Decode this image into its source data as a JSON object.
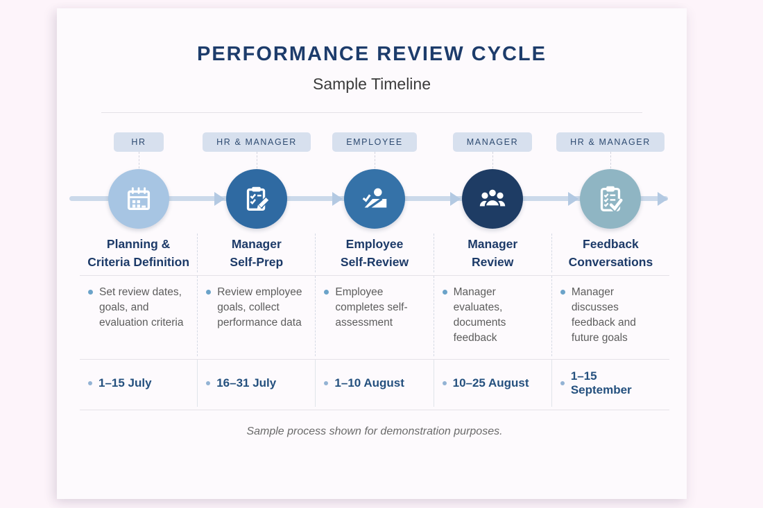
{
  "header": {
    "title": "PERFORMANCE REVIEW CYCLE",
    "subtitle": "Sample Timeline"
  },
  "stages": [
    {
      "role": "HR",
      "icon": "calendar-icon",
      "color": "#a7c5e3",
      "title_line1": "Planning &",
      "title_line2": "Criteria Definition",
      "description": "Set review dates, goals, and evaluation criteria",
      "date": "1–15 July"
    },
    {
      "role": "HR & MANAGER",
      "icon": "clipboard-pencil-icon",
      "color": "#2f6aa2",
      "title_line1": "Manager",
      "title_line2": "Self-Prep",
      "description": "Review employee goals, collect performance data",
      "date": "16–31 July"
    },
    {
      "role": "EMPLOYEE",
      "icon": "person-self-review-icon",
      "color": "#3572a8",
      "title_line1": "Employee",
      "title_line2": "Self-Review",
      "description": "Employee completes self-assessment",
      "date": "1–10 August"
    },
    {
      "role": "MANAGER",
      "icon": "people-group-icon",
      "color": "#1e3c64",
      "title_line1": "Manager",
      "title_line2": "Review",
      "description": "Manager evaluates, documents feedback",
      "date": "10–25 August"
    },
    {
      "role": "HR & MANAGER",
      "icon": "clipboard-check-icon",
      "color": "#8fb5c3",
      "title_line1": "Feedback",
      "title_line2": "Conversations",
      "description": "Manager discusses feedback and future goals",
      "date": "1–15 September"
    }
  ],
  "footer": {
    "note": "Sample process shown for demonstration purposes."
  },
  "colors": {
    "page_background": "#fdf4fa",
    "card_background": "#fdfafd",
    "title_navy": "#1d3c6b",
    "badge_background": "#d7e0ee",
    "timeline_track": "#cbd9ea",
    "bullet_blue": "#6ba3c9",
    "date_navy": "#24507e"
  }
}
